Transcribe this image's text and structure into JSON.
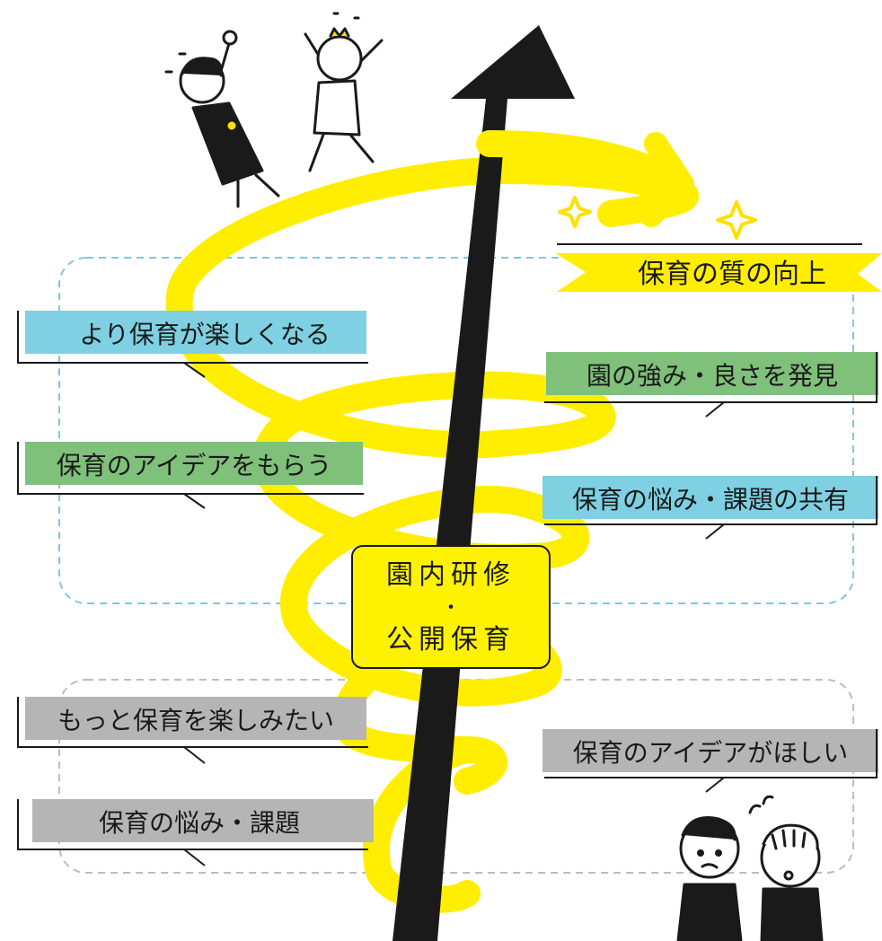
{
  "colors": {
    "spiral": "#ffee00",
    "arrow": "#1a1a1a",
    "blue": "#7ed0e2",
    "green": "#7fc07b",
    "gray": "#b5b5b5",
    "dash_blue": "#7ec6e6",
    "dash_gray": "#bdbdbd",
    "center_box": "#fff200"
  },
  "center": {
    "line1": "園内研修",
    "dot": "・",
    "line2": "公開保育"
  },
  "top_banner": "保育の質の向上",
  "after_left": [
    "より保育が楽しくなる",
    "保育のアイデアをもらう"
  ],
  "after_right": [
    "園の強み・良さを発見",
    "保育の悩み・課題の共有"
  ],
  "before_left": [
    "もっと保育を楽しみたい",
    "保育の悩み・課題"
  ],
  "before_right": [
    "保育のアイデアがほしい"
  ],
  "icons": [
    "cheering-teacher-icon",
    "happy-teacher-icon",
    "worried-teacher-icon",
    "troubled-teacher-icon",
    "sparkle-icon"
  ]
}
